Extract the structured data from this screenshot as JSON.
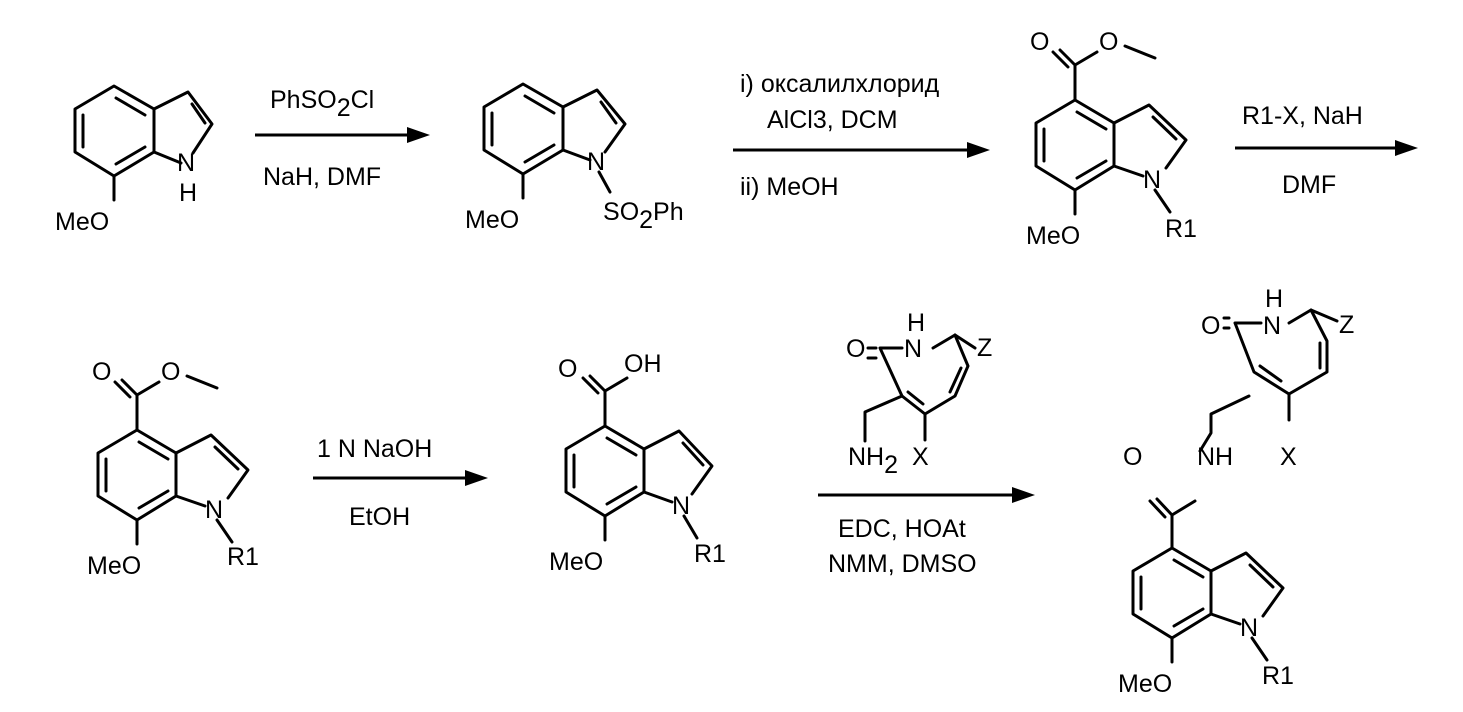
{
  "atoms": {
    "methoxy": "MeO",
    "nitrogen": "N",
    "hydrogen": "H",
    "nh": "NH",
    "oxygen": "O",
    "oh": "OH",
    "sulfur": "S",
    "phenyl": "Ph",
    "r1": "R1",
    "x": "X",
    "z": "Z",
    "nh2": "NH",
    "sub2": "2"
  },
  "steps": [
    {
      "above": [
        "PhSO",
        "2",
        "Cl"
      ],
      "below": [
        "NaH, DMF"
      ]
    },
    {
      "above": [
        "i)  оксалилхлорид",
        "AlCl3, DCM"
      ],
      "below": [
        "ii) MeOH"
      ]
    },
    {
      "above": [
        "R1-X, NaH"
      ],
      "below": [
        "DMF"
      ]
    },
    {
      "above": [
        "1 N NaOH"
      ],
      "below": [
        "EtOH"
      ]
    },
    {
      "above": [],
      "below": [
        "EDC, HOAt",
        "NMM, DMSO"
      ]
    }
  ]
}
